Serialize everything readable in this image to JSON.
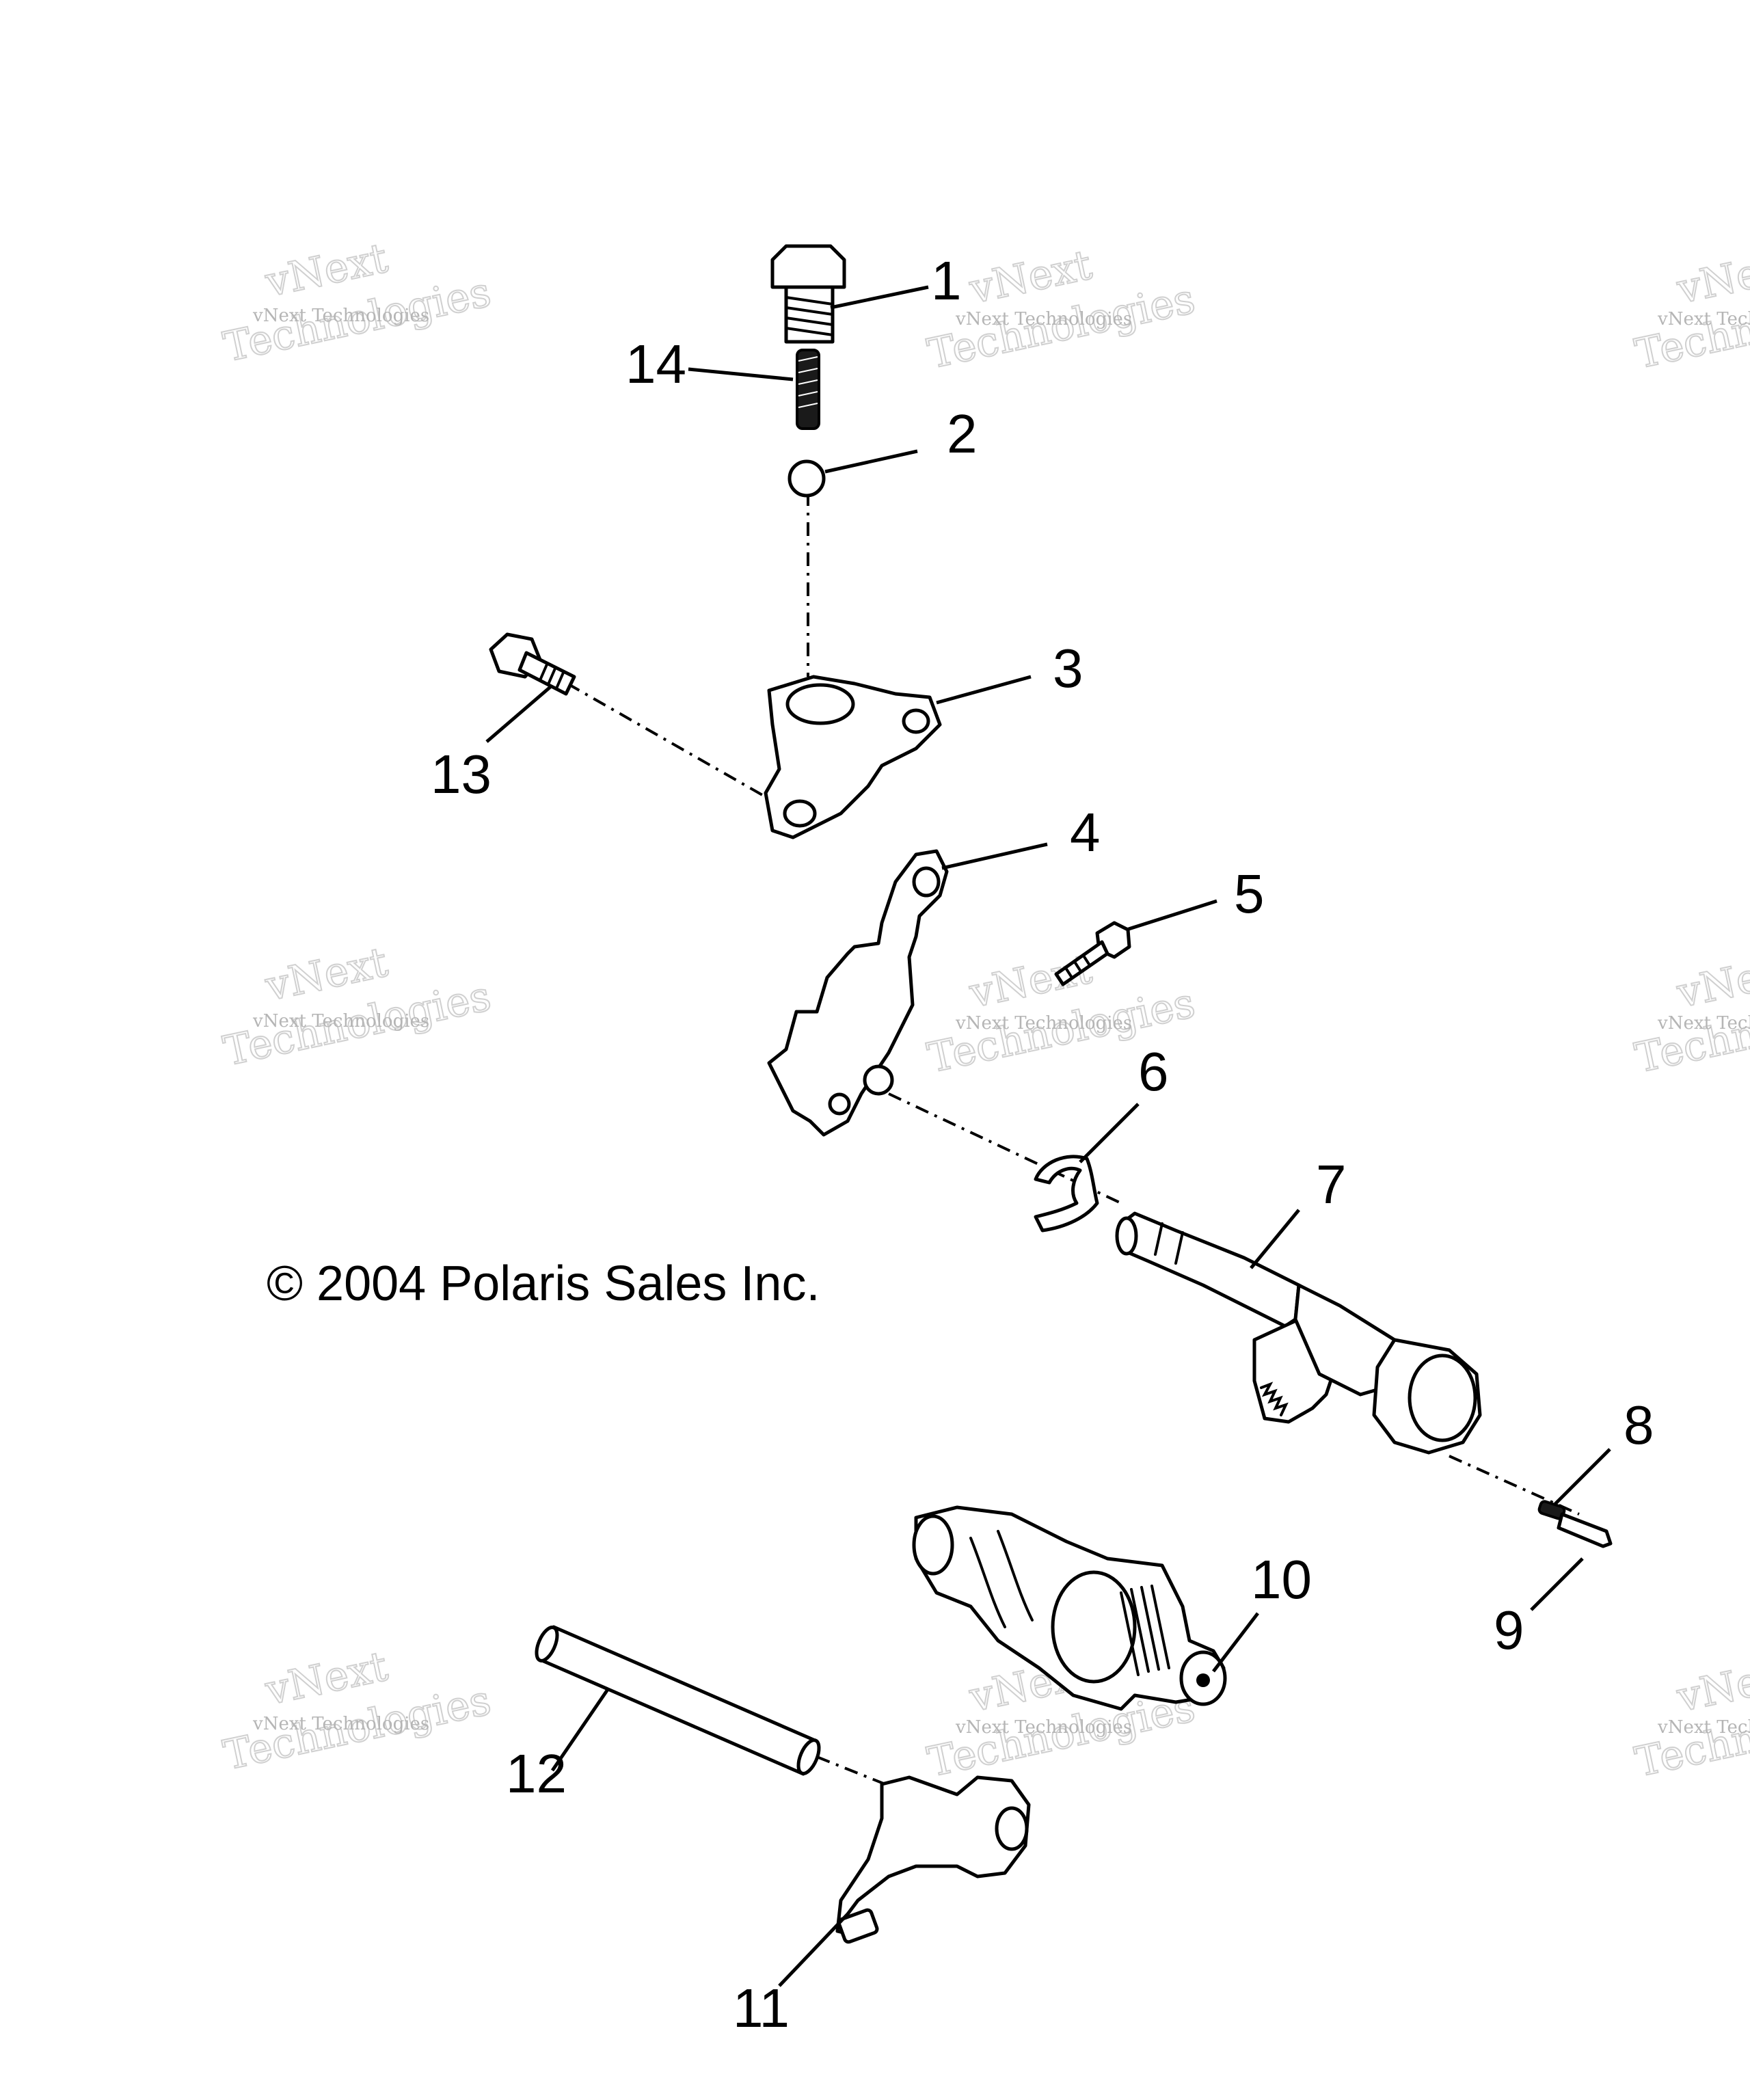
{
  "diagram": {
    "copyright": "© 2004 Polaris Sales Inc.",
    "watermark": {
      "line_small": "vNext Technologies",
      "line_large_top": "vNext",
      "line_large_bottom": "Technologies"
    },
    "callouts": [
      {
        "id": "1",
        "label": "1"
      },
      {
        "id": "2",
        "label": "2"
      },
      {
        "id": "3",
        "label": "3"
      },
      {
        "id": "4",
        "label": "4"
      },
      {
        "id": "5",
        "label": "5"
      },
      {
        "id": "6",
        "label": "6"
      },
      {
        "id": "7",
        "label": "7"
      },
      {
        "id": "8",
        "label": "8"
      },
      {
        "id": "9",
        "label": "9"
      },
      {
        "id": "10",
        "label": "10"
      },
      {
        "id": "11",
        "label": "11"
      },
      {
        "id": "12",
        "label": "12"
      },
      {
        "id": "13",
        "label": "13"
      },
      {
        "id": "14",
        "label": "14"
      }
    ]
  }
}
